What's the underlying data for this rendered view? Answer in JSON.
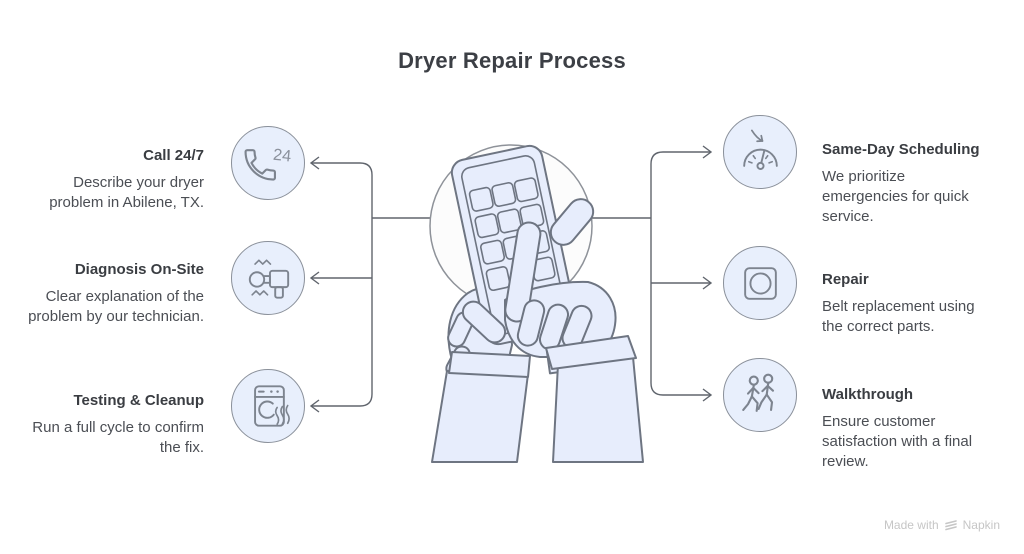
{
  "title": "Dryer Repair Process",
  "center_illustration": "hands-dialing-phone",
  "left_steps": [
    {
      "title": "Call 24/7",
      "description": "Describe your dryer problem in Abilene, TX.",
      "icon": "phone-24-icon"
    },
    {
      "title": "Diagnosis On-Site",
      "description": "Clear explanation of the problem by our technician.",
      "icon": "inspection-tool-icon"
    },
    {
      "title": "Testing & Cleanup",
      "description": "Run a full cycle to confirm the fix.",
      "icon": "dryer-machine-icon"
    }
  ],
  "right_steps": [
    {
      "title": "Same-Day Scheduling",
      "description": "We prioritize emergencies for quick service.",
      "icon": "gauge-arrow-icon"
    },
    {
      "title": "Repair",
      "description": "Belt replacement using the correct parts.",
      "icon": "drum-belt-icon"
    },
    {
      "title": "Walkthrough",
      "description": "Ensure customer satisfaction with a final review.",
      "icon": "people-walking-icon"
    }
  ],
  "footer": {
    "made_with": "Made with",
    "brand": "Napkin"
  },
  "colors": {
    "bg": "#ffffff",
    "title-color": "#3c3f45",
    "heading-color": "#3a3d42",
    "body-color": "#4b4e54",
    "footer-color": "#c6c6c6",
    "circle-fill": "#e8effc",
    "circle-stroke": "#8a909a",
    "glyph-stroke": "#7d848f",
    "line-color": "#60656d",
    "illus-fill": "#e7edfc",
    "illus-stroke": "#6e7582",
    "center-circle-fill": "#fcfcfc",
    "center-circle-stroke": "#8e9299"
  }
}
